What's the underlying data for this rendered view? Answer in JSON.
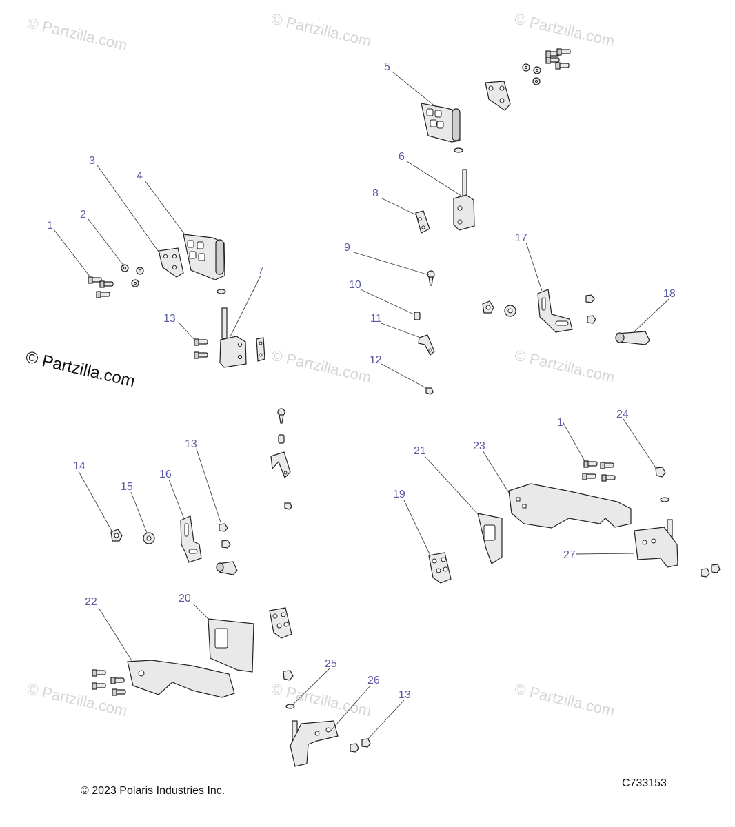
{
  "watermark": {
    "text": "© Partzilla.com",
    "primary_text": "© Partzilla.com"
  },
  "footer": {
    "copyright": "© 2023 Polaris Industries Inc.",
    "diagram_code": "C733153"
  },
  "callouts": [
    "1",
    "2",
    "3",
    "4",
    "5",
    "6",
    "7",
    "8",
    "9",
    "10",
    "11",
    "12",
    "13",
    "14",
    "15",
    "16",
    "17",
    "18",
    "19",
    "20",
    "21",
    "22",
    "23",
    "24",
    "25",
    "26",
    "27"
  ],
  "colors": {
    "callout": "#5b5aa3",
    "part_fill": "#e9e9e9",
    "outline": "#222222",
    "watermark": "#d6d6d6"
  }
}
